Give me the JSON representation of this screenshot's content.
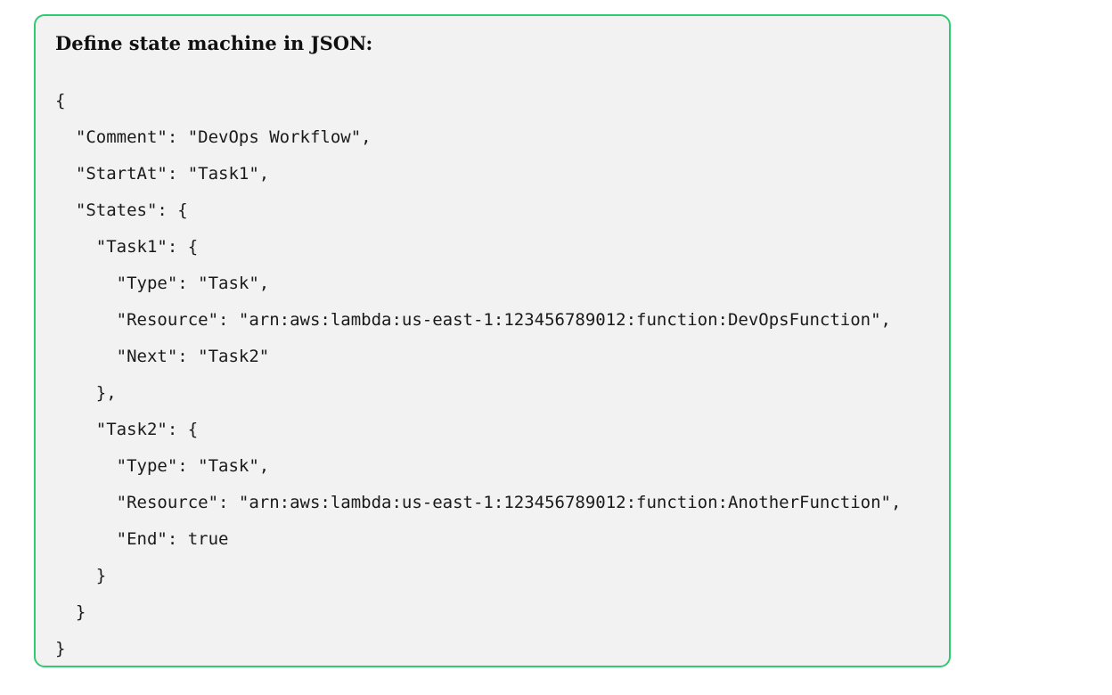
{
  "heading": "Define state machine in JSON:",
  "code_lines": [
    "{",
    "  \"Comment\": \"DevOps Workflow\",",
    "  \"StartAt\": \"Task1\",",
    "  \"States\": {",
    "    \"Task1\": {",
    "      \"Type\": \"Task\",",
    "      \"Resource\": \"arn:aws:lambda:us-east-1:123456789012:function:DevOpsFunction\",",
    "      \"Next\": \"Task2\"",
    "    },",
    "    \"Task2\": {",
    "      \"Type\": \"Task\",",
    "      \"Resource\": \"arn:aws:lambda:us-east-1:123456789012:function:AnotherFunction\",",
    "      \"End\": true",
    "    }",
    "  }",
    "}"
  ],
  "colors": {
    "box_border": "#2ecc71",
    "box_background": "#f2f2f2",
    "text": "#1a1a1a"
  }
}
